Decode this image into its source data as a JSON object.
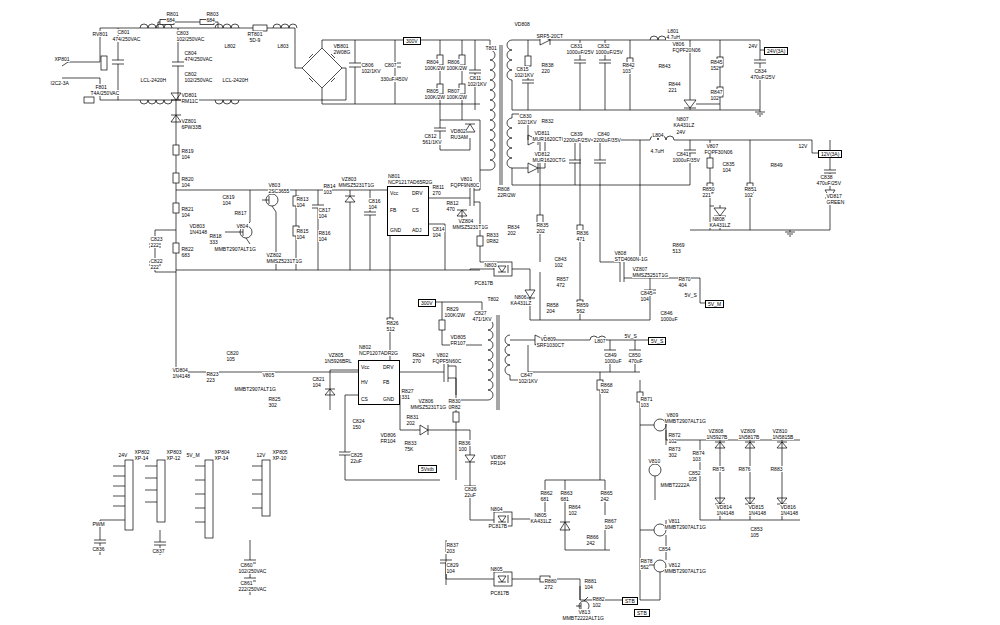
{
  "diagram": {
    "nodes": [
      {
        "text": [
          "N801",
          "NCP1217AD65R2G",
          "Vcc",
          "DRV",
          "FB",
          "CS",
          "GND",
          "ADJ"
        ]
      },
      {
        "text": [
          "N802",
          "NCP1207ADR2G",
          "Vcc",
          "DRV",
          "HV",
          "FB",
          "CS",
          "GND"
        ]
      },
      {
        "text": [
          "300V"
        ]
      },
      {
        "text": [
          "24V(3A)"
        ]
      },
      {
        "text": [
          "12V(3A)"
        ]
      },
      {
        "text": [
          "300V"
        ]
      },
      {
        "text": [
          "5V_M"
        ]
      },
      {
        "text": [
          "5V_S"
        ]
      },
      {
        "text": [
          "5Vstb"
        ]
      },
      {
        "text": [
          "STB"
        ]
      },
      {
        "text": [
          "STB"
        ]
      }
    ],
    "labels": [
      "XP801",
      "I2C2-3A",
      "RV801",
      "C801",
      "474/250VAC",
      "F801",
      "T4A/250VAC",
      "LCL-2420H",
      "R801",
      "684",
      "R803",
      "684",
      "C803",
      "102/250VAC",
      "C804",
      "474/250VAC",
      "C802",
      "102/250VAC",
      "L802",
      "LCL-2420H",
      "RT801",
      "5D-9",
      "L803",
      "VB801",
      "2W08G",
      "C806",
      "102/1KV",
      "C807",
      "330uF/450V",
      "R804",
      "100K/2W",
      "R806",
      "100K/2W",
      "R805",
      "100K/2W",
      "R807",
      "100K/2W",
      "C811",
      "102/1KV",
      "C812",
      "561/1KV",
      "VD802",
      "RU3AM",
      "T801",
      "VD808",
      "SRF5-20CT",
      "R838",
      "220",
      "C815",
      "102/1KV",
      "C831",
      "1000uF/25V",
      "C832",
      "1000uF/25V",
      "R842",
      "103",
      "L801",
      "4.7uH",
      "V806",
      "FQPF20N06",
      "R843",
      "R844",
      "221",
      "R845",
      "152",
      "R847",
      "102",
      "N807",
      "KA431LZ",
      "24V",
      "C834",
      "470uF/25V",
      "C830",
      "102/1KV",
      "R832",
      "VD811",
      "MUR1620CTG",
      "VD812",
      "MUR1620CTG",
      "C839",
      "2200uF/25V",
      "C840",
      "2200uF/35V",
      "L804",
      "4.7uH",
      "24V",
      "C841",
      "1000uF/35V",
      "V807",
      "FQPF30N06",
      "12V",
      "R850",
      "221",
      "R851",
      "102",
      "C835",
      "104",
      "R849",
      "C838",
      "470uF/25V",
      "VD817",
      "GREEN",
      "N808",
      "KA431LZ",
      "VD801",
      "RM11C",
      "VZ801",
      "6PW33B",
      "R819",
      "104",
      "R820",
      "104",
      "R821",
      "104",
      "R822",
      "683",
      "C823",
      "222",
      "C822",
      "222",
      "VD803",
      "1N4148",
      "C819",
      "104",
      "R817",
      "R818",
      "333",
      "V804",
      "MMBT2907ALT1G",
      "VZ802",
      "MMSZ5231T1G",
      "V803",
      "2SC3655",
      "R813",
      "104",
      "R815",
      "104",
      "C817",
      "104",
      "R816",
      "104",
      "R814",
      "103",
      "VZ803",
      "MMSZ5231T1G",
      "C816",
      "104",
      "R811",
      "270",
      "C814",
      "104",
      "V801",
      "FQPF9N80C",
      "R808",
      "22R/2W",
      "R812",
      "470",
      "VZ804",
      "MMSZ5231T1G",
      "R833",
      "0R82",
      "R834",
      "202",
      "R835",
      "202",
      "R836",
      "471",
      "N803",
      "PC817B",
      "C843",
      "102",
      "R857",
      "472",
      "N806",
      "KA431LZ",
      "R858",
      "204",
      "R859",
      "562",
      "V808",
      "STD4060N-1G",
      "VZ807",
      "MMSZ5251T1G",
      "R869",
      "513",
      "R870",
      "404",
      "C845",
      "104",
      "5V_S",
      "C846",
      "1000uF",
      "R829",
      "100K/2W",
      "C827",
      "471/1KV",
      "T802",
      "VD805",
      "FR107",
      "R826",
      "512",
      "VZ805",
      "1N5926BRL",
      "C821",
      "104",
      "C824",
      "150",
      "C825",
      "22uF",
      "R824",
      "270",
      "V802",
      "FQPF5N60C",
      "R827",
      "331",
      "VZ806",
      "MMSZ5231T1G",
      "R830",
      "0R82",
      "R831",
      "202",
      "VD806",
      "FR104",
      "R833",
      "75K",
      "R836",
      "100",
      "VD807",
      "FR104",
      "C826",
      "22uF",
      "R837",
      "203",
      "C829",
      "104",
      "N804",
      "PC817B",
      "R862",
      "681",
      "R863",
      "681",
      "R865",
      "242",
      "R864",
      "102",
      "N805",
      "KA431LZ",
      "R866",
      "242",
      "R867",
      "104",
      "N805",
      "PC817B",
      "R880",
      "272",
      "R881",
      "104",
      "R882",
      "102",
      "V813",
      "MMBT2222ALT1G",
      "VD809",
      "SRF1030CT",
      "C847",
      "102/1KV",
      "L807",
      "5V_S",
      "C849",
      "1000uF",
      "C850",
      "470uF",
      "R868",
      "302",
      "R871",
      "103",
      "V809",
      "MMBT2907ALT1G",
      "R872",
      "102",
      "R873",
      "302",
      "V810",
      "MMBT2222A",
      "R874",
      "103",
      "VZ808",
      "1N5927B",
      "VZ809",
      "1N5817B",
      "VZ810",
      "1N5815B",
      "R875",
      "R876",
      "R883",
      "C852",
      "105",
      "VD814",
      "1N4148",
      "VD815",
      "1N4148",
      "VD816",
      "1N4148",
      "V811",
      "MMBT2907ALT1G",
      "C853",
      "105",
      "C854",
      "R878",
      "562",
      "V812",
      "MMBT2907ALT1G",
      "VD804",
      "1N4148",
      "C820",
      "105",
      "R823",
      "223",
      "V805",
      "MMBT2907ALT1G",
      "R825",
      "302",
      "24V",
      "XP802",
      "XP-14",
      "XP803",
      "XP-12",
      "5V_M",
      "XP804",
      "XP-14",
      "12V",
      "XP805",
      "XP-10",
      "PWM",
      "C836",
      "C837",
      "C860",
      "102/250VAC",
      "C861",
      "222/250VAC"
    ]
  }
}
